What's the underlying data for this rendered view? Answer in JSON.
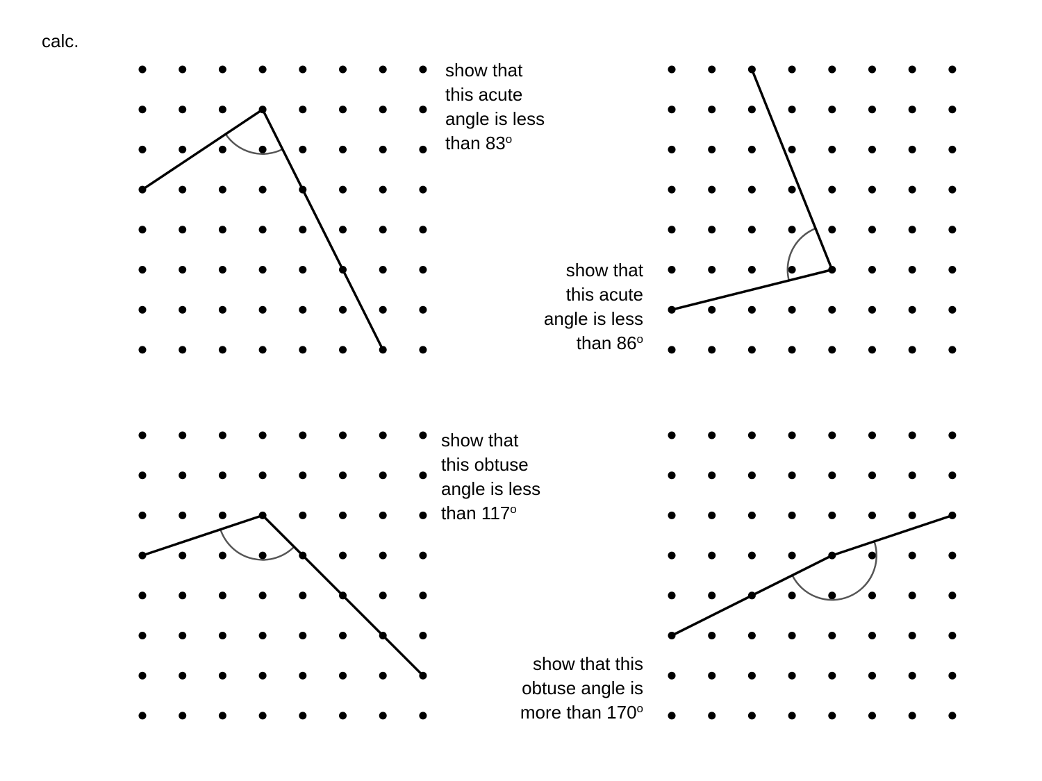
{
  "corner_label": "calc.",
  "grid": {
    "columns": 8,
    "rows": 8
  },
  "problems": [
    {
      "lines": [
        "show that",
        "this acute",
        "angle is less",
        "than 83"
      ],
      "degree_mark": "o",
      "vertex": [
        3,
        1
      ],
      "arm_ends": [
        [
          0,
          3
        ],
        [
          6,
          7
        ]
      ]
    },
    {
      "lines": [
        "show that",
        "this acute",
        "angle is less",
        "than 86"
      ],
      "degree_mark": "o",
      "vertex": [
        4,
        5
      ],
      "arm_ends": [
        [
          2,
          0
        ],
        [
          0,
          6
        ]
      ]
    },
    {
      "lines": [
        "show that",
        "this obtuse",
        "angle is less",
        "than 117"
      ],
      "degree_mark": "o",
      "vertex": [
        3,
        2
      ],
      "arm_ends": [
        [
          0,
          3
        ],
        [
          7,
          6
        ]
      ]
    },
    {
      "lines": [
        "show that this",
        "obtuse angle is",
        "more than 170"
      ],
      "degree_mark": "o",
      "vertex": [
        4,
        3
      ],
      "arm_ends": [
        [
          7,
          2
        ],
        [
          0,
          5
        ]
      ]
    }
  ]
}
